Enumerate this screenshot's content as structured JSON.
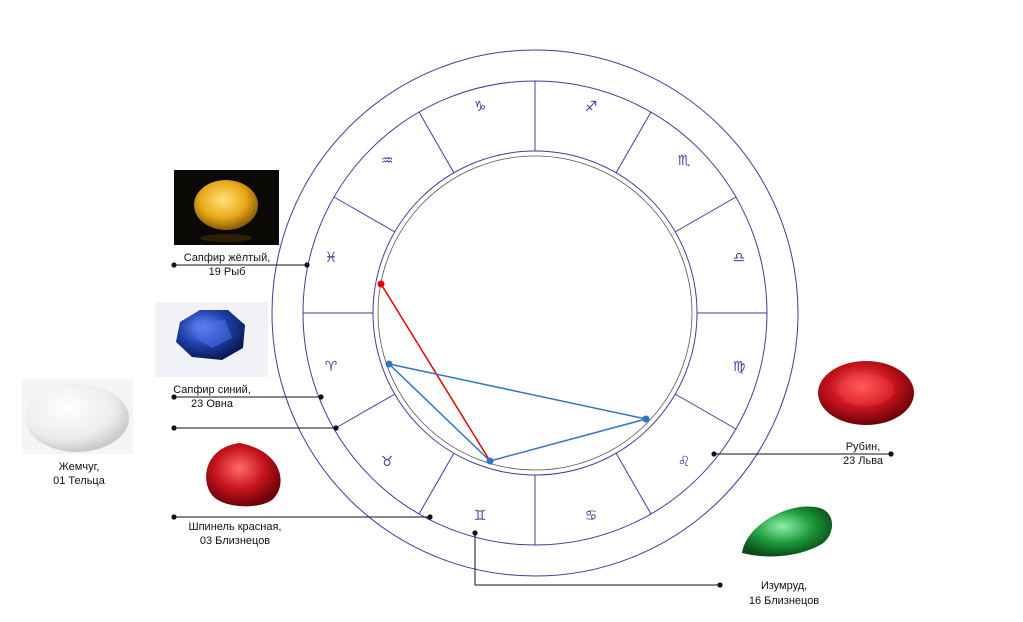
{
  "zodiac_signs": [
    {
      "id": "capricorn",
      "glyph": "♑",
      "angle": 250
    },
    {
      "id": "sagittarius",
      "glyph": "♐",
      "angle": 290
    },
    {
      "id": "scorpio",
      "glyph": "♏",
      "angle": 325
    },
    {
      "id": "libra",
      "glyph": "♎",
      "angle": 0
    },
    {
      "id": "virgo",
      "glyph": "♍",
      "angle": 35
    },
    {
      "id": "leo",
      "glyph": "♌",
      "angle": 70
    },
    {
      "id": "cancer",
      "glyph": "♋",
      "angle": 110
    },
    {
      "id": "gemini",
      "glyph": "♊",
      "angle": 145
    },
    {
      "id": "taurus",
      "glyph": "♉",
      "angle": 180
    },
    {
      "id": "aries",
      "glyph": "♈",
      "angle": 215
    }
  ],
  "gems": [
    {
      "id": "yellow-sapphire",
      "name": "Сапфир жёлтый,",
      "pos": "19 Рыб",
      "color": "#e9a91a"
    },
    {
      "id": "blue-sapphire",
      "name": "Сапфир синий,",
      "pos": "23 Овна",
      "color": "#1c3fa8"
    },
    {
      "id": "pearl",
      "name": "Жемчуг,",
      "pos": "01 Тельца",
      "color": "#efefef"
    },
    {
      "id": "red-spinel",
      "name": "Шпинель красная,",
      "pos": "03 Близнецов",
      "color": "#c8141e"
    },
    {
      "id": "ruby",
      "name": "Рубин,",
      "pos": "23 Льва",
      "color": "#c8141e"
    },
    {
      "id": "emerald",
      "name": "Изумруд,",
      "pos": "16 Близнецов",
      "color": "#1e9a3a"
    }
  ],
  "colors": {
    "ring": "#3b3f9c",
    "red_line": "#e00000",
    "blue_line": "#3373c4"
  }
}
